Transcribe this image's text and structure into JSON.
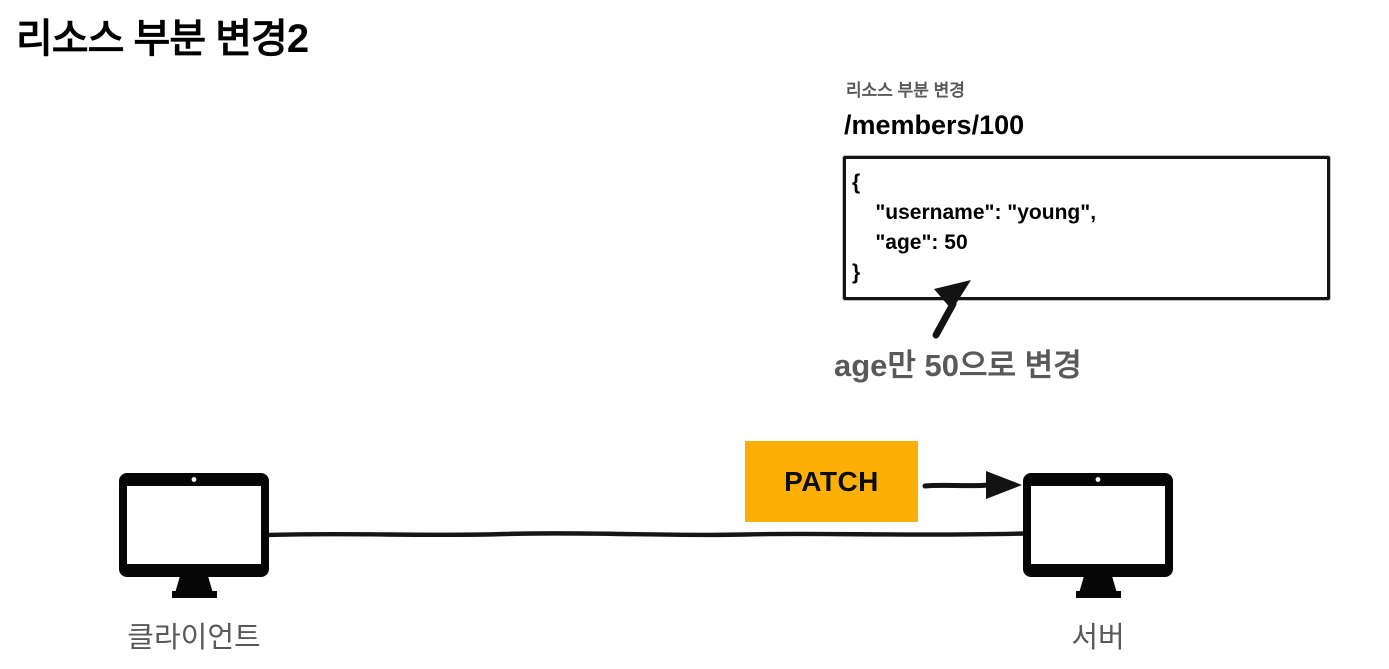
{
  "page": {
    "title": "리소스 부분 변경2"
  },
  "request": {
    "label": "리소스 부분 변경",
    "path": "/members/100",
    "body": "{\n    \"username\": \"young\",\n    \"age\": 50\n}",
    "annotation": "age만 50으로 변경"
  },
  "flow": {
    "method": "PATCH",
    "method_bg": "#fcb005",
    "client_label": "클라이언트",
    "server_label": "서버"
  },
  "colors": {
    "accent_orange": "#fcb005",
    "muted_text": "#595959",
    "ink": "#131313"
  }
}
